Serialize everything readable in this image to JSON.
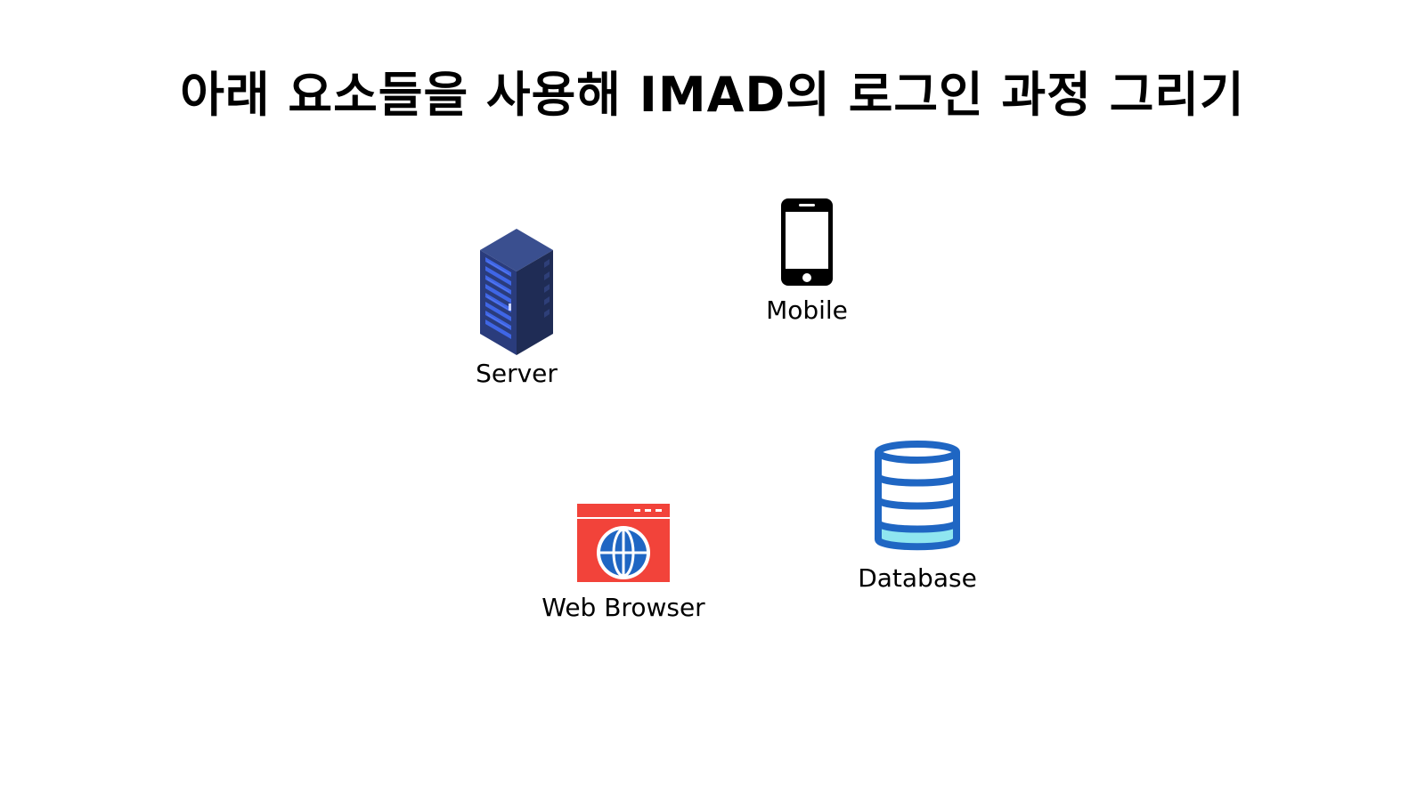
{
  "title": "아래 요소들을 사용해 IMAD의 로그인 과정 그리기",
  "nodes": {
    "server": {
      "label": "Server",
      "icon": "server-rack-icon",
      "color": "#2b3f7a"
    },
    "mobile": {
      "label": "Mobile",
      "icon": "smartphone-icon",
      "color": "#000000"
    },
    "browser": {
      "label": "Web Browser",
      "icon": "web-browser-globe-icon",
      "color": "#f2433a"
    },
    "database": {
      "label": "Database",
      "icon": "database-cylinder-icon",
      "color": "#1f66c3"
    }
  }
}
